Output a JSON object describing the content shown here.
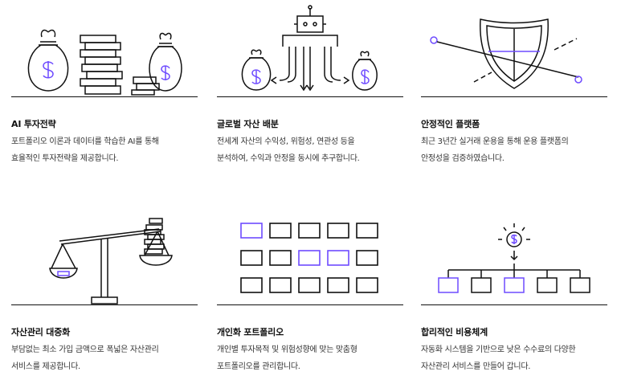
{
  "accent_color": "#6e4bff",
  "cards": [
    {
      "title": "AI 투자전략",
      "desc": [
        "포트폴리오 이론과 데이터를 학습한 AI를 통해",
        "효율적인 투자전략을 제공합니다."
      ],
      "illustration": "money-bags-and-coin-stack-icon"
    },
    {
      "title": "글로벌 자산 배분",
      "desc": [
        "전세계 자산의 수익성, 위험성, 연관성 등을",
        "분석하여, 수익과 안정을 동시에 추구합니다."
      ],
      "illustration": "robot-distributing-assets-icon"
    },
    {
      "title": "안정적인 플랫폼",
      "desc": [
        "최근 3년간 실거래 운용을 통해 운용 플랫폼의",
        "안정성을 검증하였습니다."
      ],
      "illustration": "shield-icon"
    },
    {
      "title": "자산관리 대중화",
      "desc": [
        "부담없는 최소 가입 금액으로 폭넓은 자산관리",
        "서비스를 제공합니다."
      ],
      "illustration": "balance-scale-icon"
    },
    {
      "title": "개인화 포트폴리오",
      "desc": [
        "개인별 투자목적 및 위험성향에 맞는 맞춤형",
        "포트폴리오를 관리합니다."
      ],
      "illustration": "portfolio-grid-icon"
    },
    {
      "title": "합리적인 비용체계",
      "desc": [
        "자동화 시스템을 기반으로 낮은 수수료의 다양한",
        "자산관리 서비스를 만들어 갑니다."
      ],
      "illustration": "cost-tree-icon"
    }
  ]
}
